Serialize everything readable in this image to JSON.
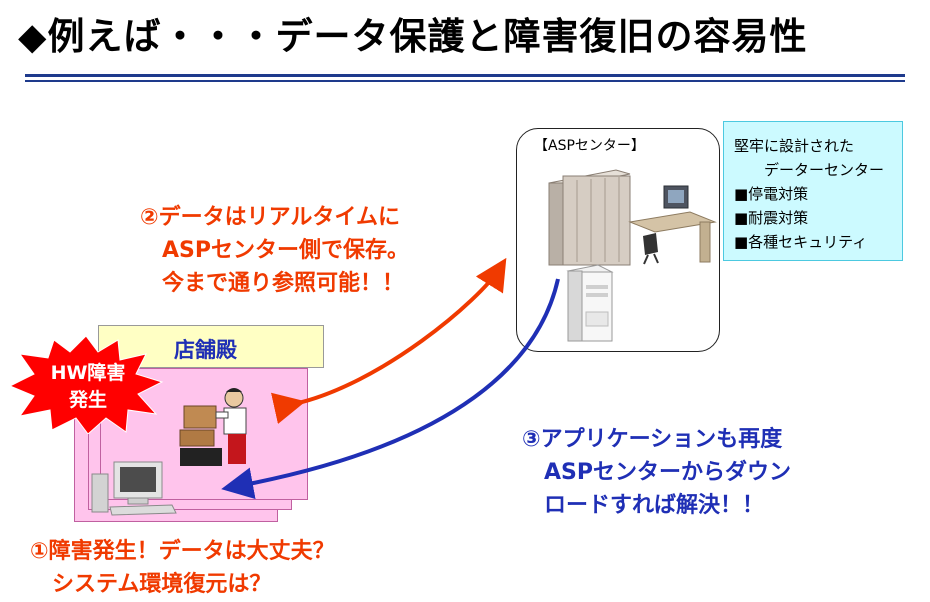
{
  "slide": {
    "title": "◆例えば・・・データ保護と障害復旧の容易性"
  },
  "asp_center": {
    "label": "【ASPセンター】",
    "info": "堅牢に設計された\n　　データーセンター\n■停電対策\n■耐震対策\n■各種セキュリティ"
  },
  "store": {
    "label": "店舗殿",
    "failure_burst": "HW障害\n発生"
  },
  "callouts": {
    "step1": "①障害発生！データは大丈夫？\n　システム環境復元は？",
    "step2": "②データはリアルタイムに\n　ASPセンター側で保存。\n　今まで通り参照可能！！",
    "step3": "③アプリケーションも再度\n　ASPセンターからダウン\n　ロードすれば解決！！"
  },
  "colors": {
    "red_arrow": "#f03a00",
    "blue_arrow": "#1f2fb5",
    "title_rule": "#1e3a8c",
    "info_box": "#ccfaff",
    "store_panel": "#ffc4ec",
    "store_label_bg": "#ffffc4",
    "burst": "#ff0000"
  },
  "icons": [
    "server-rack-icon",
    "office-desk-icon",
    "tower-server-icon",
    "worker-icon",
    "desktop-pc-icon",
    "explosion-burst-icon"
  ]
}
